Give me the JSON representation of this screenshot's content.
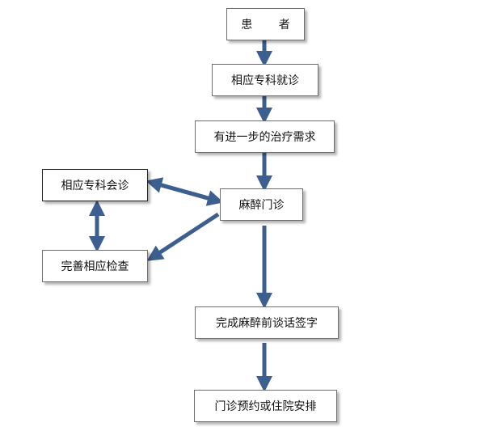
{
  "nodes": {
    "patient": "患 者",
    "specialist_visit": "相应专科就诊",
    "further_treatment": "有进一步的治疗需求",
    "anesthesia_clinic": "麻醉门诊",
    "specialist_consult": "相应专科会诊",
    "complete_exams": "完善相应检查",
    "preop_consent": "完成麻醉前谈话签字",
    "appointment": "门诊预约或住院安排"
  },
  "colors": {
    "arrow": "#3d5f8f",
    "border": "#6e6e6e",
    "text": "#111111"
  }
}
